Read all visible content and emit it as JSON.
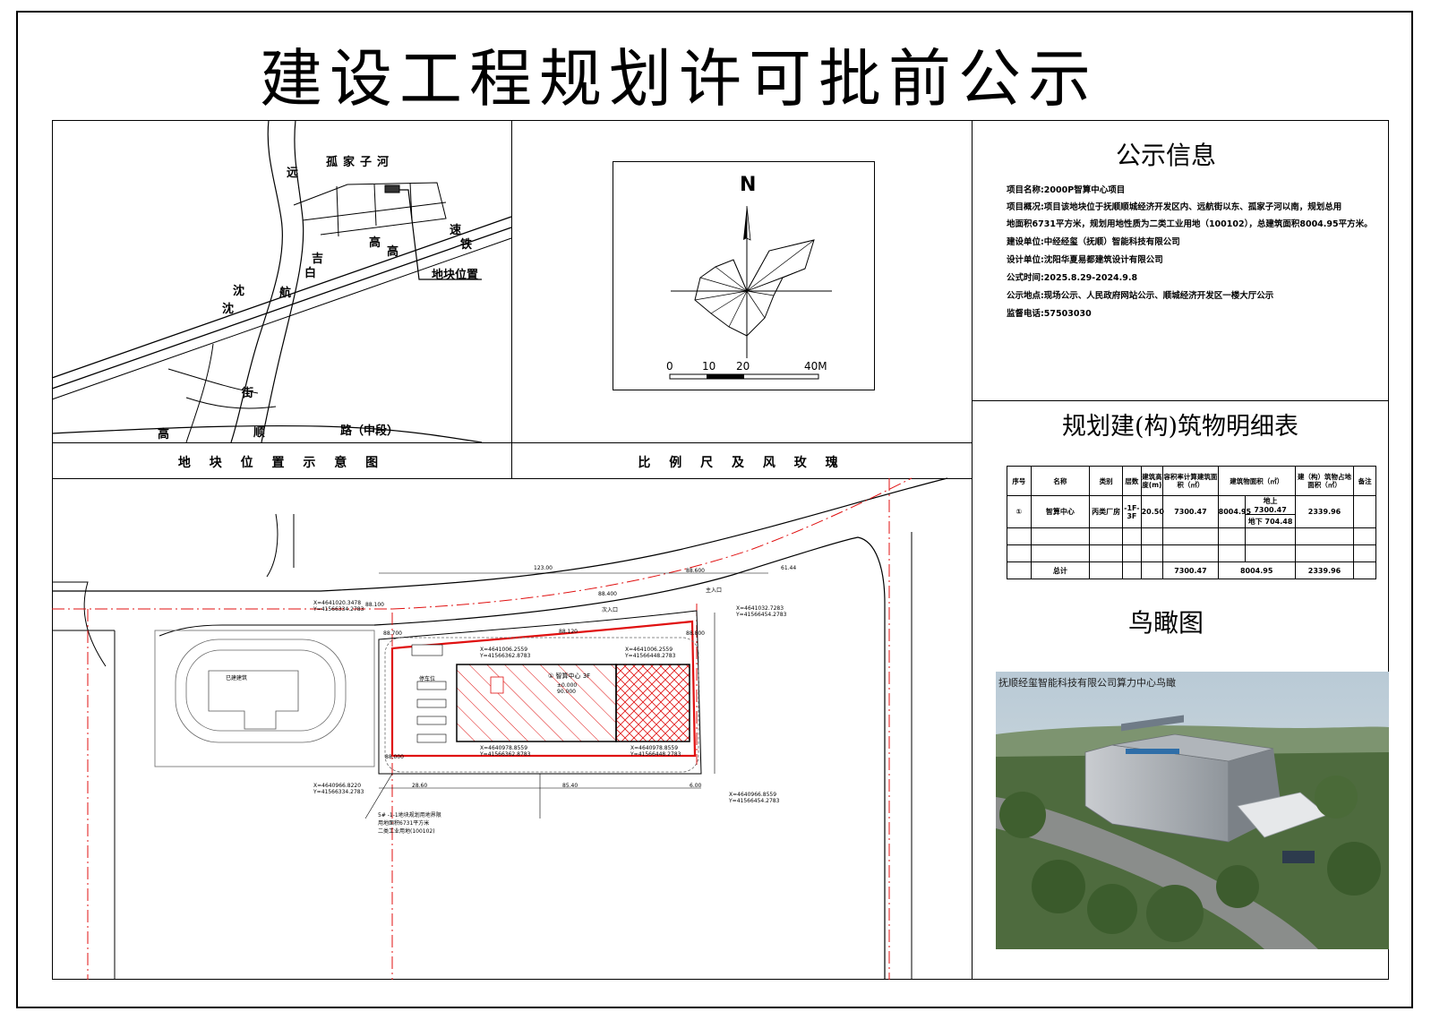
{
  "title": "建设工程规划许可批前公示",
  "location_map": {
    "caption": "地 块 位 置 示 意 图",
    "labels": {
      "river": "孤家子河",
      "yuan": "远",
      "su": "速",
      "tie": "铁",
      "gao1": "高",
      "gao2": "高",
      "ji": "吉",
      "bai": "白",
      "hang": "航",
      "shen1": "沈",
      "shen2": "沈",
      "jie": "街",
      "gao3": "高",
      "shun": "顺",
      "road": "路（中段）",
      "site": "地块位置"
    }
  },
  "wind_rose": {
    "caption": "比 例 尺 及 风 玫 瑰",
    "north": "N",
    "scale_ticks": [
      "0",
      "10",
      "20",
      "40M"
    ]
  },
  "info": {
    "heading": "公示信息",
    "lines": [
      "项目名称:2000P智算中心项目",
      "项目概况:项目该地块位于抚顺顺城经济开发区内、远航街以东、孤家子河以南，规划总用",
      "地面积6731平方米，规划用地性质为二类工业用地（100102），总建筑面积8004.95平方米。",
      "建设单位:中经经玺（抚顺）智能科技有限公司",
      "设计单位:沈阳华夏易都建筑设计有限公司",
      "公式时间:2025.8.29-2024.9.8",
      "公示地点:现场公示、人民政府网站公示、顺城经济开发区一楼大厅公示",
      "监督电话:57503030"
    ]
  },
  "buildings_table": {
    "heading": "规划建(构)筑物明细表",
    "headers": [
      "序号",
      "名称",
      "类别",
      "层数",
      "建筑高度(m)",
      "容积率计算建筑面积（㎡）",
      "建筑物面积（㎡）",
      "建（构）筑物占地面积（㎡）",
      "备注"
    ],
    "row": {
      "no": "①",
      "name": "智算中心",
      "category": "丙类厂房",
      "floors": "-1F-3F",
      "height": "20.50",
      "far_area": "7300.47",
      "total_area": "8004.95",
      "above_label": "地上",
      "above_value": "7300.47",
      "below_label": "地下",
      "below_value": "704.48",
      "footprint": "2339.96"
    },
    "total_row": {
      "label": "总计",
      "far_area": "7300.47",
      "total_area": "8004.95",
      "footprint": "2339.96"
    }
  },
  "aerial": {
    "heading": "鸟瞰图",
    "caption": "抚顺经玺智能科技有限公司算力中心鸟瞰"
  },
  "site_plan": {
    "labels": {
      "dim_top": "123.00",
      "dim_top_right": "61.44",
      "elev1": "88.600",
      "elev2": "88.400",
      "elev3": "88.120",
      "elev4": "88.700",
      "elev5": "88.800",
      "elev6": "88.100",
      "elev7": "88.000",
      "coord_tl": "X=4641020.3478\nY=41566334.2783",
      "coord_tr": "X=4641032.7283\nY=41566454.2783",
      "coord_bl": "X=4640966.8220\nY=41566334.2783",
      "coord_br": "X=4640966.8559\nY=41566454.2783",
      "coord_b1": "X=4641006.2559\nY=41566362.8783",
      "coord_b2": "X=4641006.2559\nY=41566448.2783",
      "coord_b3": "X=4640978.8559\nY=41566362.8783",
      "coord_b4": "X=4640978.8559\nY=41566448.2783",
      "dim_b1": "28.60",
      "dim_b2": "85.40",
      "dim_b3": "6.00",
      "bldg_label": "① 智算中心  3F",
      "bldg_elev": "±0.000\n90.000",
      "site_note": "5# -1-1地块规划用地界限\n用地面积6731平方米\n二类工业用地(100102)",
      "entrance_main": "主入口",
      "entrance_sec": "次入口",
      "parking": "停车位",
      "neighbor": "已建建筑"
    }
  }
}
